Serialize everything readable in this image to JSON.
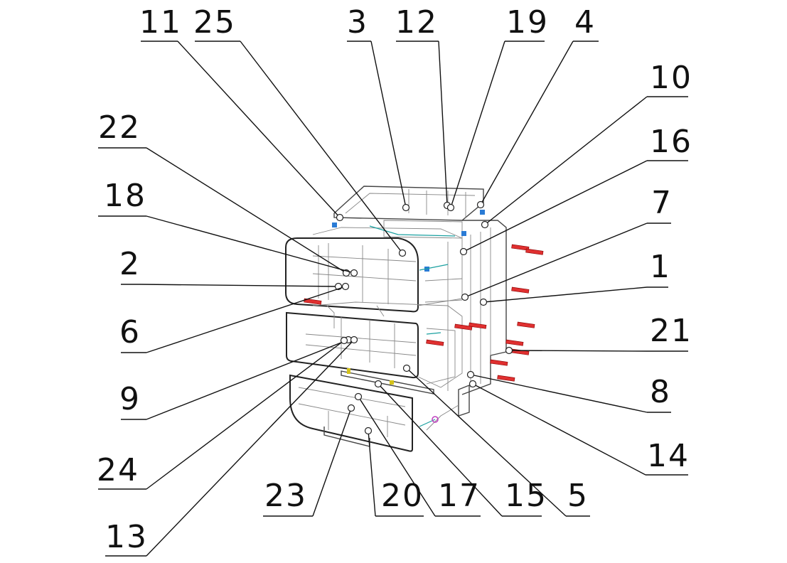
{
  "callouts": [
    {
      "label": "11"
    },
    {
      "label": "25"
    },
    {
      "label": "3"
    },
    {
      "label": "12"
    },
    {
      "label": "19"
    },
    {
      "label": "4"
    },
    {
      "label": "10"
    },
    {
      "label": "16"
    },
    {
      "label": "22"
    },
    {
      "label": "18"
    },
    {
      "label": "7"
    },
    {
      "label": "2"
    },
    {
      "label": "1"
    },
    {
      "label": "6"
    },
    {
      "label": "21"
    },
    {
      "label": "9"
    },
    {
      "label": "8"
    },
    {
      "label": "24"
    },
    {
      "label": "14"
    },
    {
      "label": "23"
    },
    {
      "label": "20"
    },
    {
      "label": "17"
    },
    {
      "label": "15"
    },
    {
      "label": "5"
    },
    {
      "label": "13"
    }
  ],
  "colors": {
    "line": "#111111",
    "outline": "#444444",
    "accent_red": "#e03030",
    "accent_blue": "#2a7bd5",
    "accent_teal": "#1aa0a0",
    "accent_yellow": "#d4c21a",
    "accent_magenta": "#c040c0"
  }
}
